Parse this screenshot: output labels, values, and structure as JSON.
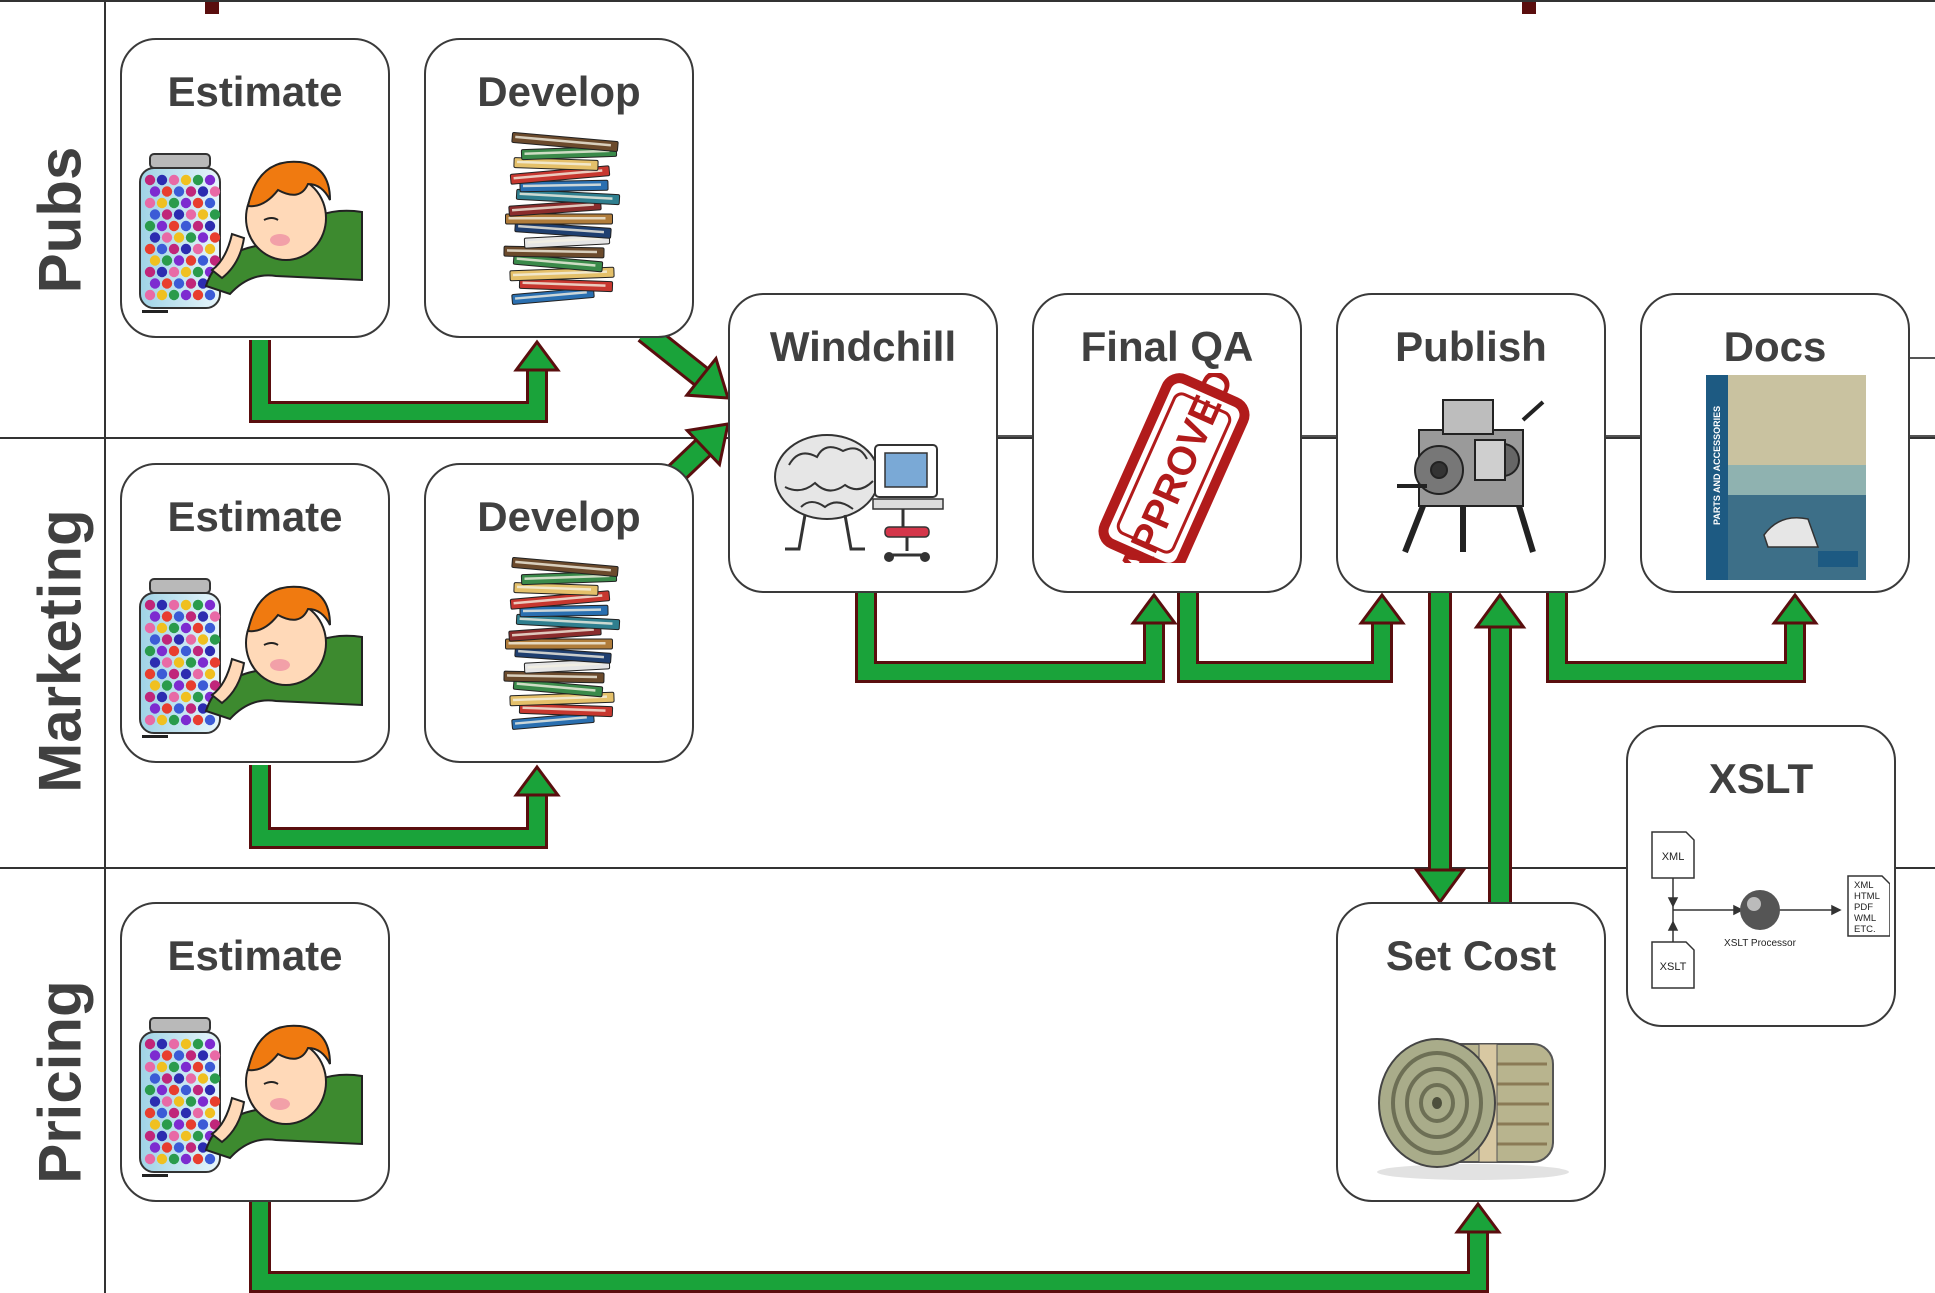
{
  "lanes": {
    "pubs": "Pubs",
    "marketing": "Marketing",
    "pricing": "Pricing"
  },
  "steps": {
    "pubs_estimate": "Estimate",
    "pubs_develop": "Develop",
    "marketing_estimate": "Estimate",
    "marketing_develop": "Develop",
    "pricing_estimate": "Estimate",
    "windchill": "Windchill",
    "final_qa": "Final QA",
    "publish": "Publish",
    "docs": "Docs",
    "xslt": "XSLT",
    "set_cost": "Set Cost"
  },
  "images": {
    "stamp_text": "APPROVED",
    "catalog_spine": "PARTS AND ACCESSORIES",
    "xslt_in1": "XML",
    "xslt_in2": "XSLT",
    "xslt_processor": "XSLT Processor",
    "xslt_out": [
      "XML",
      "HTML",
      "PDF",
      "WML",
      "ETC."
    ]
  },
  "colors": {
    "arrow_fill": "#1aa33a",
    "arrow_outline": "#5a0e0e",
    "box_border": "#3a3a3a",
    "label_text": "#404040",
    "stamp_red": "#b11b1b"
  }
}
